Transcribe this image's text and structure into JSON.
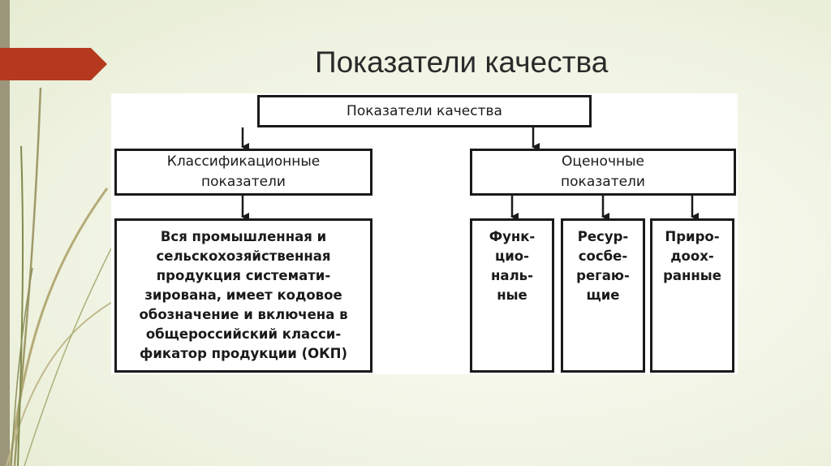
{
  "slide": {
    "title": "Показатели качества"
  },
  "diagram": {
    "root": "Показатели качества",
    "classification": {
      "label": "Классификационные\nпоказатели",
      "description": "Вся промышленная и\nсельскохозяйственная\nпродукция системати-\nзирована, имеет кодовое\nобозначение и включена в\nобщероссийский класси-\nфикатор продукции (ОКП)"
    },
    "evaluation": {
      "label": "Оценочные\nпоказатели",
      "children": [
        "Функ-\nцио-\nналь-\nные",
        "Ресур-\nсосбе-\nрегаю-\nщие",
        "Приро-\nдоох-\nранные"
      ]
    }
  },
  "colors": {
    "accent": "#b53a1d",
    "sidebar": "#9b9579",
    "border": "#1a1a1a"
  }
}
